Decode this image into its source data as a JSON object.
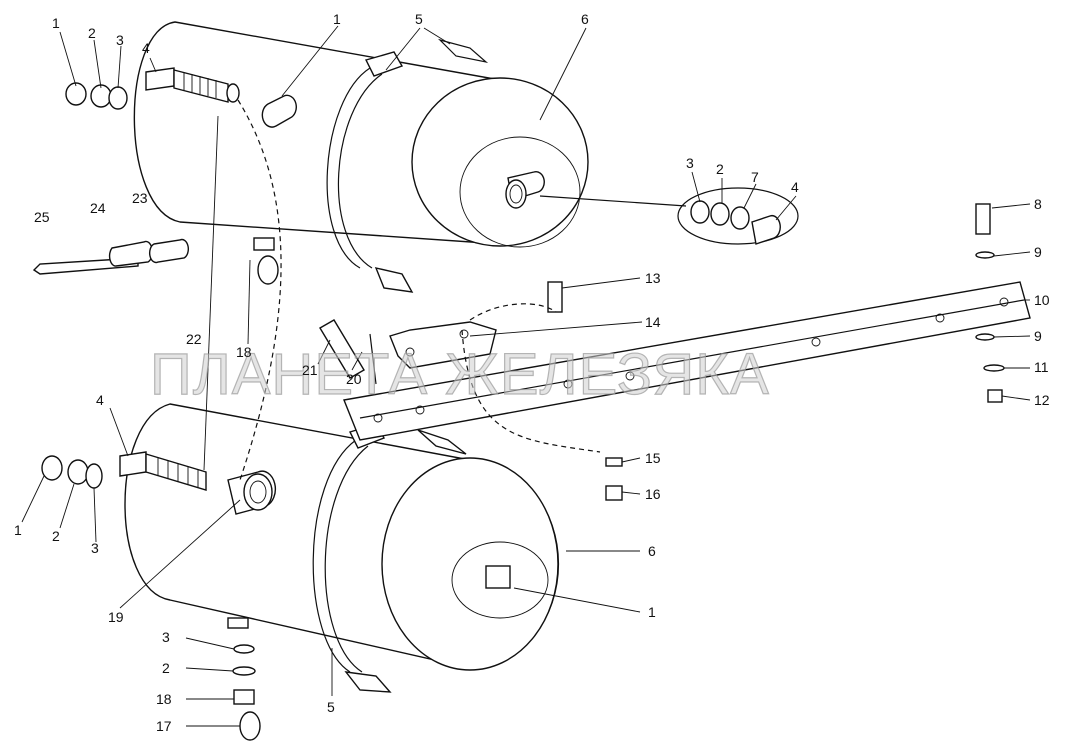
{
  "watermark": "ПЛАНЕТА ЖЕЛЕЗЯКА",
  "callouts": [
    {
      "id": "c-1a",
      "text": "1"
    },
    {
      "id": "c-2a",
      "text": "2"
    },
    {
      "id": "c-3a",
      "text": "3"
    },
    {
      "id": "c-4a",
      "text": "4"
    },
    {
      "id": "c-1b",
      "text": "1"
    },
    {
      "id": "c-5a",
      "text": "5"
    },
    {
      "id": "c-6a",
      "text": "6"
    },
    {
      "id": "c-3b",
      "text": "3"
    },
    {
      "id": "c-2b",
      "text": "2"
    },
    {
      "id": "c-7",
      "text": "7"
    },
    {
      "id": "c-4b",
      "text": "4"
    },
    {
      "id": "c-8",
      "text": "8"
    },
    {
      "id": "c-9a",
      "text": "9"
    },
    {
      "id": "c-10",
      "text": "10"
    },
    {
      "id": "c-9b",
      "text": "9"
    },
    {
      "id": "c-11",
      "text": "11"
    },
    {
      "id": "c-12",
      "text": "12"
    },
    {
      "id": "c-13",
      "text": "13"
    },
    {
      "id": "c-14",
      "text": "14"
    },
    {
      "id": "c-15",
      "text": "15"
    },
    {
      "id": "c-16",
      "text": "16"
    },
    {
      "id": "c-25",
      "text": "25"
    },
    {
      "id": "c-24",
      "text": "24"
    },
    {
      "id": "c-23",
      "text": "23"
    },
    {
      "id": "c-22",
      "text": "22"
    },
    {
      "id": "c-18a",
      "text": "18"
    },
    {
      "id": "c-21",
      "text": "21"
    },
    {
      "id": "c-20",
      "text": "20"
    },
    {
      "id": "c-4c",
      "text": "4"
    },
    {
      "id": "c-1c",
      "text": "1"
    },
    {
      "id": "c-2c",
      "text": "2"
    },
    {
      "id": "c-3c",
      "text": "3"
    },
    {
      "id": "c-19",
      "text": "19"
    },
    {
      "id": "c-6b",
      "text": "6"
    },
    {
      "id": "c-1d",
      "text": "1"
    },
    {
      "id": "c-3d",
      "text": "3"
    },
    {
      "id": "c-2d",
      "text": "2"
    },
    {
      "id": "c-18b",
      "text": "18"
    },
    {
      "id": "c-17",
      "text": "17"
    },
    {
      "id": "c-5b",
      "text": "5"
    }
  ]
}
